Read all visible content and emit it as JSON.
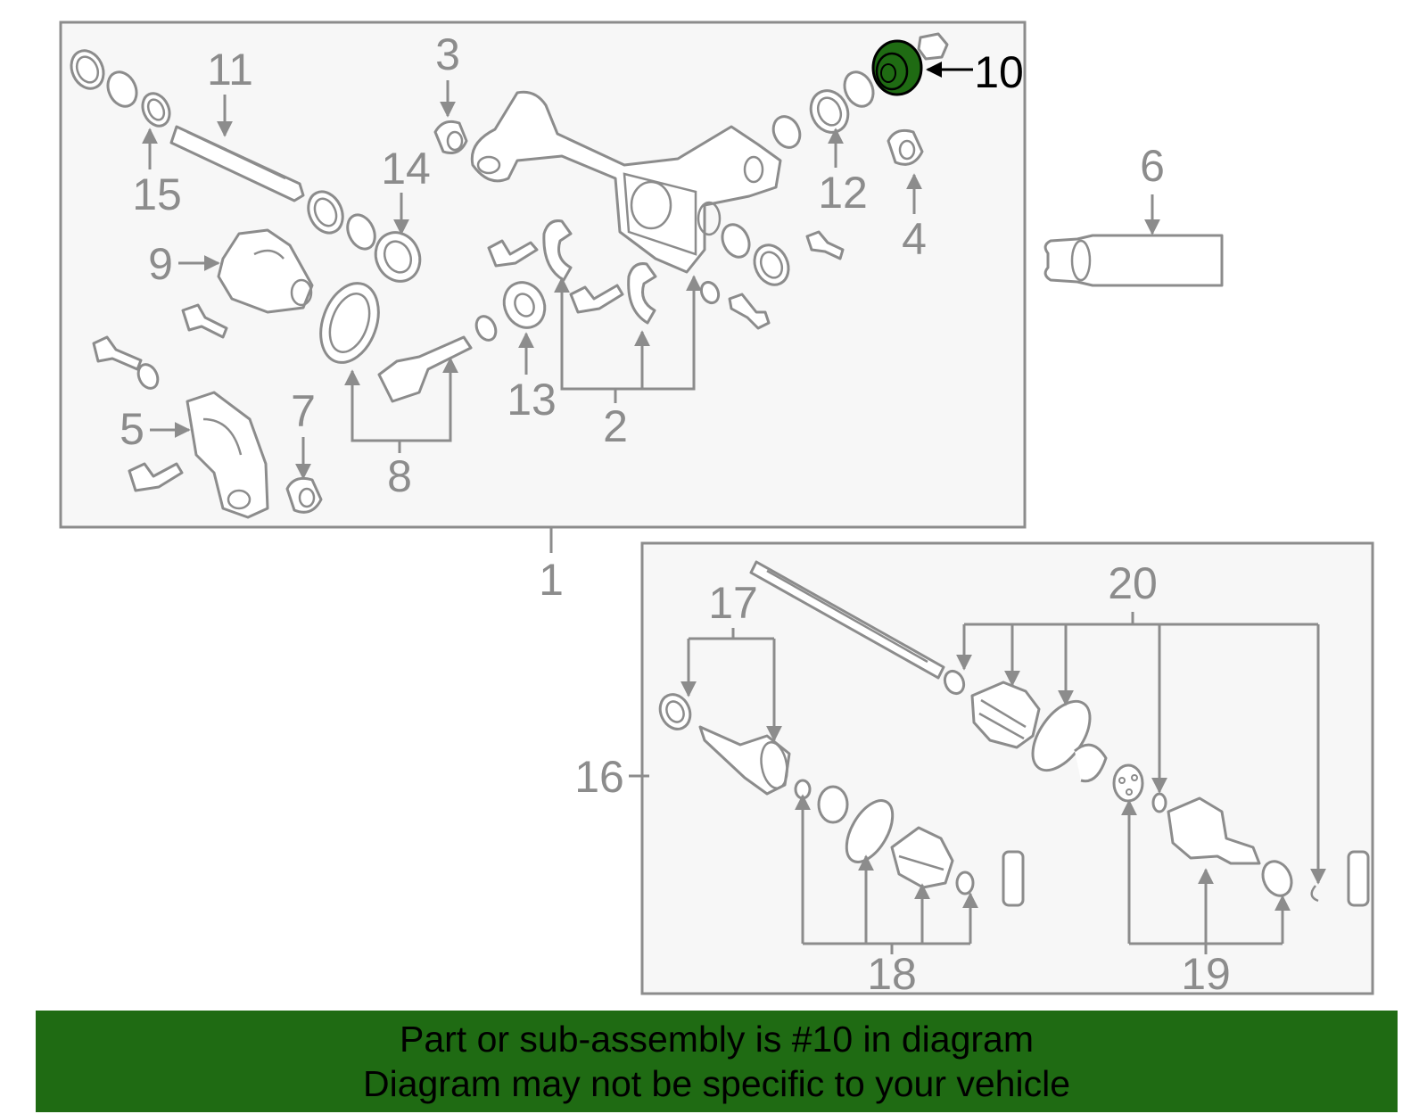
{
  "callouts": {
    "c1": "1",
    "c2": "2",
    "c3": "3",
    "c4": "4",
    "c5": "5",
    "c6": "6",
    "c7": "7",
    "c8": "8",
    "c9": "9",
    "c10": "10",
    "c11": "11",
    "c12": "12",
    "c13": "13",
    "c14": "14",
    "c15": "15",
    "c16": "16",
    "c17": "17",
    "c18": "18",
    "c19": "19",
    "c20": "20"
  },
  "highlight": {
    "part": "10",
    "color": "#1f6b13"
  },
  "banner": {
    "line1": "Part or sub-assembly is #10 in diagram",
    "line2": "Diagram may not be specific to your vehicle"
  }
}
